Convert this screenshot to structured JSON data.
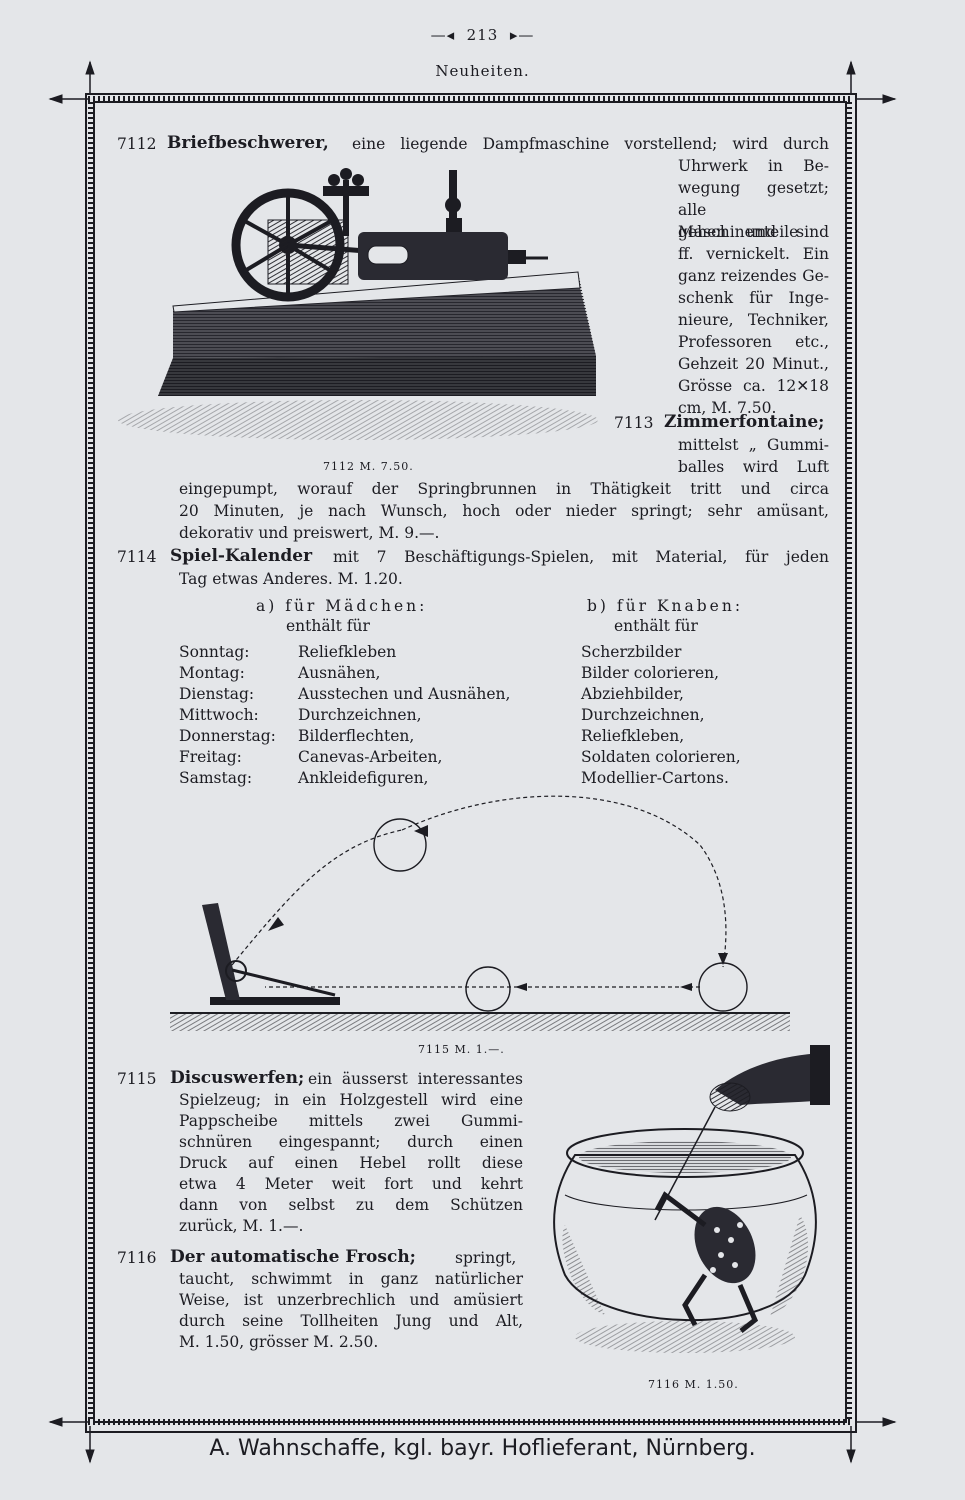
{
  "header": {
    "page_number": "213",
    "running_head": "Neuheiten."
  },
  "items": {
    "i7112": {
      "number": "7112",
      "title": "Briefbeschwerer,",
      "lines": [
        "eine liegende Dampfmaschine vorstellend; wird durch",
        "Uhrwerk in Be-",
        "wegung gesetzt;",
        "alle Maschinenteile",
        "gehen und sind",
        "ff. vernickelt. Ein",
        "ganz reizendes Ge-",
        "schenk für Inge-",
        "nieure, Techniker,",
        "Professoren etc.,",
        "Gehzeit 20 Minut.,",
        "Grösse ca. 12✕18",
        "cm, M. 7.50."
      ],
      "caption": "7112 M. 7.50."
    },
    "i7113": {
      "number": "7113",
      "title": "Zimmerfontaine;",
      "lines": [
        "mittelst „ Gummi-",
        "balles wird Luft",
        "eingepumpt, worauf der Springbrunnen in Thätigkeit tritt und circa",
        "20 Minuten, je nach Wunsch, hoch oder nieder springt; sehr amüsant,",
        "dekorativ und preiswert, M. 9.—."
      ]
    },
    "i7114": {
      "number": "7114",
      "title": "Spiel-Kalender",
      "lines": [
        "mit 7 Beschäftigungs-Spielen, mit Material, für jeden",
        "Tag etwas Anderes. M. 1.20."
      ],
      "col_a_header": "a) für Mädchen:",
      "col_b_header": "b) für Knaben:",
      "col_sub": "enthält für",
      "days": [
        "Sonntag:",
        "Montag:",
        "Dienstag:",
        "Mittwoch:",
        "Donnerstag:",
        "Freitag:",
        "Samstag:"
      ],
      "girls": [
        "Reliefkleben",
        "Ausnähen,",
        "Ausstechen und Ausnähen,",
        "Durchzeichnen,",
        "Bilderflechten,",
        "Canevas-Arbeiten,",
        "Ankleidefiguren,"
      ],
      "boys": [
        "Scherzbilder",
        "Bilder colorieren,",
        "Abziehbilder,",
        "Durchzeichnen,",
        "Reliefkleben,",
        "Soldaten colorieren,",
        "Modellier-Cartons."
      ]
    },
    "i7115": {
      "number": "7115",
      "title": "Discuswerfen;",
      "lines": [
        "ein äusserst interessantes",
        "Spielzeug; in ein Holzgestell wird eine",
        "Pappscheibe mittels zwei Gummi-",
        "schnüren eingespannt; durch einen",
        "Druck auf einen Hebel rollt diese",
        "etwa 4 Meter weit fort und kehrt",
        "dann von selbst zu dem Schützen",
        "zurück, M. 1.—."
      ],
      "caption": "7115 M. 1.—."
    },
    "i7116": {
      "number": "7116",
      "title": "Der automatische Frosch;",
      "lines": [
        "springt,",
        "taucht, schwimmt in ganz natürlicher",
        "Weise, ist unzerbrechlich und amüsiert",
        "durch seine Tollheiten Jung und Alt,",
        "M. 1.50, grösser M. 2.50."
      ],
      "caption": "7116 M. 1.50."
    }
  },
  "footer": {
    "imprint": "A. Wahnschaffe, kgl. bayr. Hoflieferant, Nürnberg."
  },
  "colors": {
    "paper": "#e4e6e9",
    "ink": "#1c1c22"
  }
}
